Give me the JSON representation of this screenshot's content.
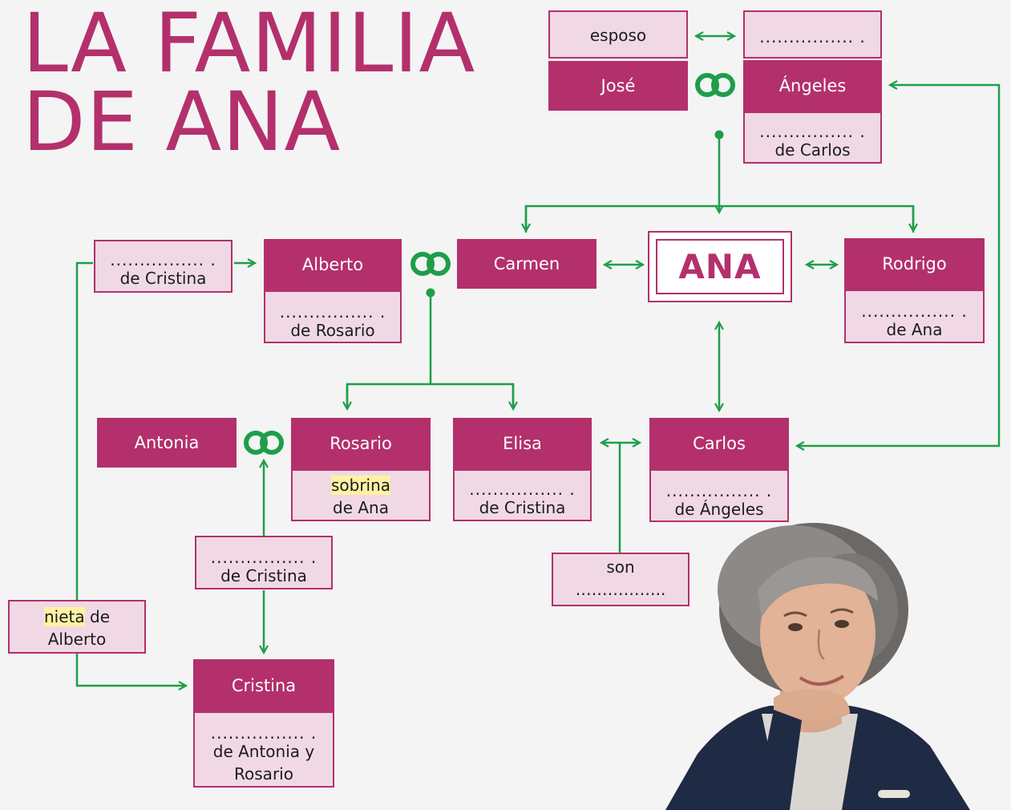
{
  "title": {
    "line1": "LA FAMILIA",
    "line2": "DE ANA"
  },
  "dots": "................ .",
  "dots_son": "……………..",
  "colors": {
    "magenta": "#b3306c",
    "pink_light": "#f0d9e4",
    "green": "#1e9e4a",
    "highlight": "#fff2a3"
  },
  "icons": [
    "rings-icon",
    "double-arrow-icon",
    "arrow-icon"
  ],
  "boxes": {
    "esposo": "esposo",
    "jose": "José",
    "angeles": "Ángeles",
    "angeles_sub": "de Carlos",
    "alberto_left_sub": "de Cristina",
    "alberto": "Alberto",
    "alberto_sub": "de Rosario",
    "carmen": "Carmen",
    "ana": "ANA",
    "rodrigo": "Rodrigo",
    "rodrigo_sub": "de Ana",
    "antonia": "Antonia",
    "rosario": "Rosario",
    "rosario_sub_hl": "sobrina",
    "rosario_sub": "de Ana",
    "elisa": "Elisa",
    "elisa_sub": "de Cristina",
    "carlos": "Carlos",
    "carlos_sub": "de Ángeles",
    "son": "son",
    "mid_sub": "de Cristina",
    "nieta_hl": "nieta",
    "nieta_rest": " de",
    "nieta_line2": "Alberto",
    "cristina": "Cristina",
    "cristina_sub": "de Antonia y Rosario"
  }
}
